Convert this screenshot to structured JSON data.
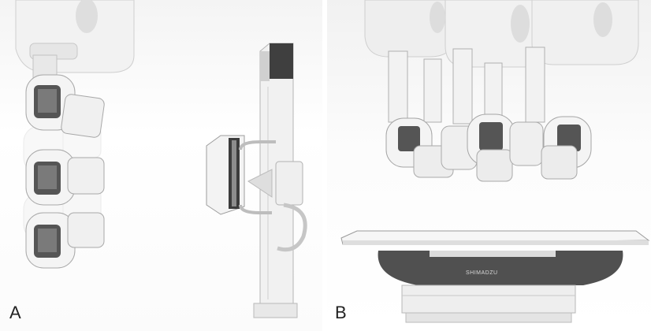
{
  "figure": {
    "panels": [
      {
        "label": "A",
        "content": "x-ray-tube-and-wall-stand-image"
      },
      {
        "label": "B",
        "content": "ceiling-tubes-and-table-image"
      }
    ],
    "table_brand_text": "SHIMADZU",
    "colors": {
      "background": "#ffffff",
      "equipment": "#eaeaea",
      "detector_panel": "#555555",
      "table_skirt": "#505050"
    }
  }
}
